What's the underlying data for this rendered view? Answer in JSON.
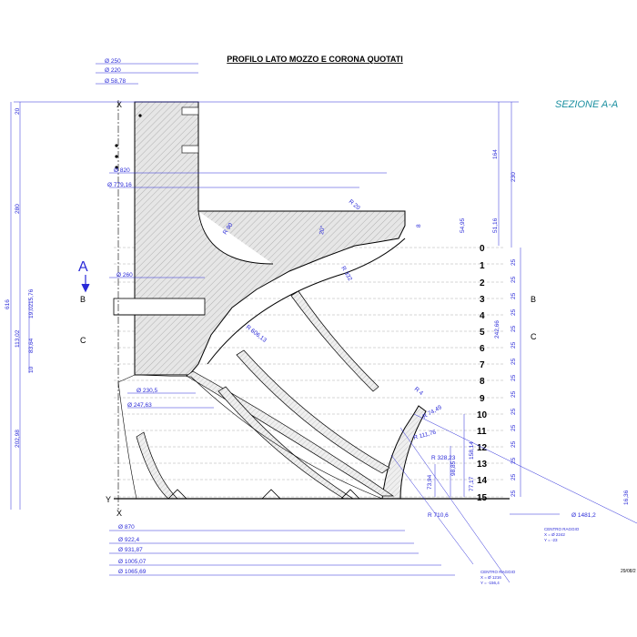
{
  "title": "PROFILO LATO MOZZO E CORONA QUOTATI",
  "section_label": "SEZIONE A-A",
  "section_marks": {
    "a": "A",
    "b": "B",
    "c": "C"
  },
  "axes": {
    "x": "X",
    "y": "Y"
  },
  "date_stamp": "29/08/2",
  "levels": [
    "0",
    "1",
    "2",
    "3",
    "4",
    "5",
    "6",
    "7",
    "8",
    "9",
    "10",
    "11",
    "12",
    "13",
    "14",
    "15"
  ],
  "top_diameters": [
    "Ø 250",
    "Ø 220",
    "Ø 58,78"
  ],
  "diameters_mid": [
    "Ø 820",
    "Ø 779,16",
    "Ø 260",
    "Ø 230,5",
    "Ø 247,63"
  ],
  "bottom_diameters": [
    "Ø 870",
    "Ø 922,4",
    "Ø 931,87",
    "Ø 1005,07",
    "Ø 1065,69"
  ],
  "radii": [
    "R 20",
    "R 90",
    "R 332",
    "R 606,13",
    "R 4",
    "R 74,49",
    "R 111,76",
    "R 328,23",
    "R 710,6"
  ],
  "left_dims": [
    "20",
    "280",
    "616",
    "15,76",
    "19,02",
    "113,02",
    "83,64",
    "10",
    "202,98"
  ],
  "right_dims": [
    "164",
    "230",
    "51,16",
    "54,95",
    "8",
    "242,66",
    "158,14",
    "98,85",
    "73,94",
    "77,17",
    "16,36"
  ],
  "side_step": "25",
  "angle_mark": "20°",
  "ext_diameter": "Ø 1481,2",
  "radius_center_1": {
    "title": "CENTRO RAGGIO",
    "x": "X = Ø 2242",
    "y": "Y = -23"
  },
  "radius_center_2": {
    "title": "CENTRO RAGGIO",
    "x": "X = Ø 1216",
    "y": "Y = -156,4"
  }
}
